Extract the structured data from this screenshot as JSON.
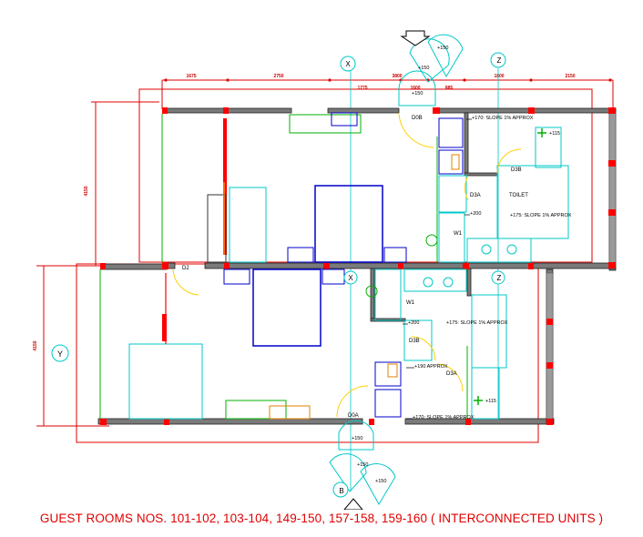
{
  "caption": "GUEST ROOMS NOS. 101-102, 103-104, 149-150, 157-158, 159-160 ( INTERCONNECTED UNITS )",
  "dimensions": {
    "top": [
      "1675",
      "2750",
      "1775",
      "3800",
      "1600",
      "885",
      "1800",
      "2150",
      "+150"
    ],
    "left_upper": "4150",
    "left_lower": "4150"
  },
  "rooms": {
    "toilet": "TOILET"
  },
  "tags": {
    "d0b": "D0B",
    "d3b_upper": "D3B",
    "d3a_upper": "D3A",
    "w1_upper": "W1",
    "d2": "D2",
    "w1_lower": "W1",
    "d3b_lower": "D3B",
    "d3a_lower": "D3A",
    "d0a": "D0A"
  },
  "levels": {
    "slope_upper_top": "+170: SLOPE 1% APPROX",
    "slope_upper_mid": "+175: SLOPE 1% APPROX",
    "plus200_upper": "+200",
    "plus115_upper": "+115",
    "plus200_lower": "+200",
    "slope_lower_mid": "+175: SLOPE 1% APPROX",
    "plus190_lower": "+190 APPROX",
    "plus115_lower": "+115",
    "slope_lower_bottom": "+170: SLOPE 1% APPROX",
    "plus150_top_a": "+150",
    "plus150_top_b": "+150",
    "plus150_top_c": "+150",
    "plus150_bottom_a": "+150",
    "plus150_bottom_b": "+150",
    "plus150_bottom_c": "+150"
  },
  "grid_markers": {
    "x": "X",
    "z_top": "Z",
    "z_mid": "Z",
    "x_mid": "X",
    "y": "Y",
    "b": "B"
  },
  "colors": {
    "wall": "#7a7a7a",
    "wall_edge": "#222222",
    "column": "#ff0000",
    "furniture": "#00c8c8",
    "bed": "#0000cc",
    "door": "#ffd000",
    "green": "#00b000",
    "dimension": "#cc0000",
    "caption": "#e00000"
  }
}
